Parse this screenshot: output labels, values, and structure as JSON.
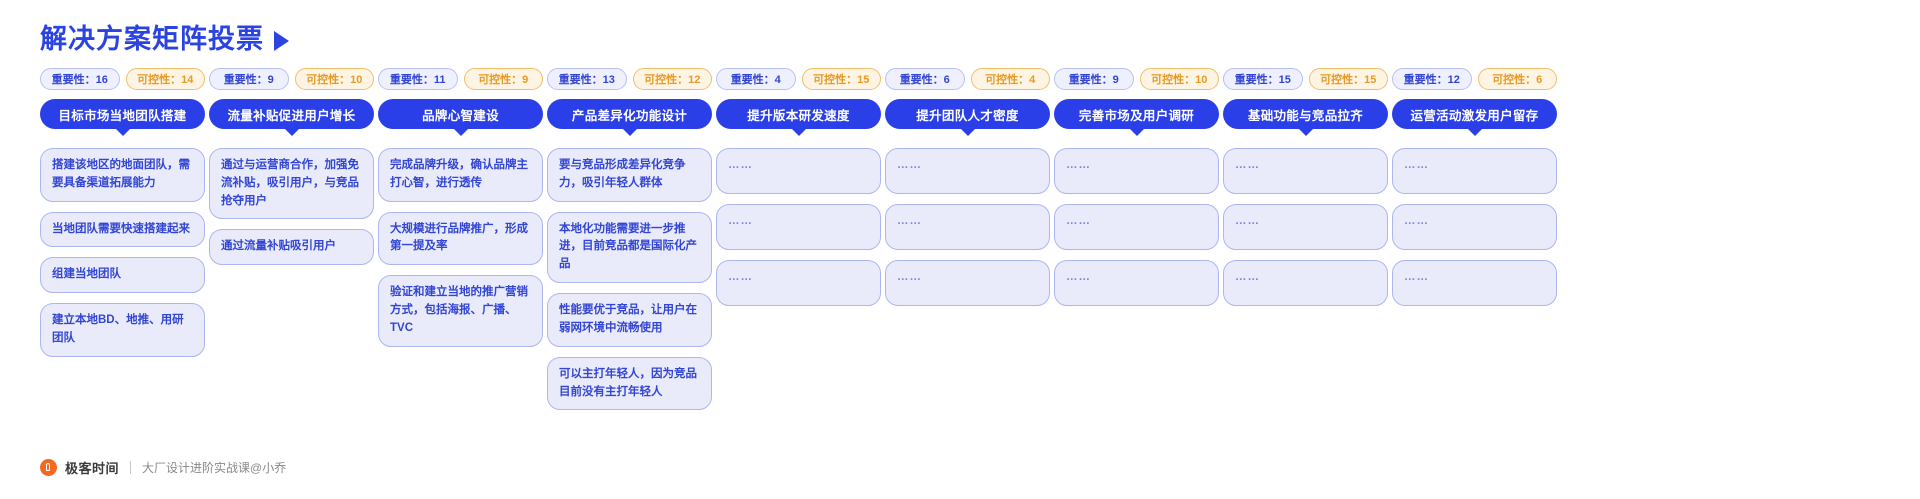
{
  "title": {
    "text": "解决方案矩阵投票",
    "arrow_icon": "play-triangle-icon"
  },
  "labels": {
    "importance_prefix": "重要性：",
    "controllability_prefix": "可控性："
  },
  "colors": {
    "accent_blue": "#2b3fe8",
    "tag_blue_text": "#3346d3",
    "tag_blue_bg": "#eef0fd",
    "tag_orange_text": "#e89a24",
    "tag_orange_bg": "#fdf4e4",
    "card_bg": "#e9ebfb",
    "logo_orange": "#f26a22"
  },
  "columns": [
    {
      "importance": "重要性：16",
      "controllability": "可控性：14",
      "header": "目标市场当地团队搭建",
      "cards": [
        "搭建该地区的地面团队，需要具备渠道拓展能力",
        "当地团队需要快速搭建起来",
        "组建当地团队",
        "建立本地BD、地推、用研团队"
      ]
    },
    {
      "importance": "重要性：9",
      "controllability": "可控性：10",
      "header": "流量补贴促进用户增长",
      "cards": [
        "通过与运营商合作，加强免流补贴，吸引用户，与竞品抢夺用户",
        "通过流量补贴吸引用户"
      ]
    },
    {
      "importance": "重要性：11",
      "controllability": "可控性：9",
      "header": "品牌心智建设",
      "cards": [
        "完成品牌升级，确认品牌主打心智，进行透传",
        "大规模进行品牌推广，形成第一提及率",
        "验证和建立当地的推广营销方式，包括海报、广播、TVC"
      ]
    },
    {
      "importance": "重要性：13",
      "controllability": "可控性：12",
      "header": "产品差异化功能设计",
      "cards": [
        "要与竞品形成差异化竞争力，吸引年轻人群体",
        "本地化功能需要进一步推进，目前竞品都是国际化产品",
        "性能要优于竞品，让用户在弱网环境中流畅使用",
        "可以主打年轻人，因为竞品目前没有主打年轻人"
      ]
    },
    {
      "importance": "重要性：4",
      "controllability": "可控性：15",
      "header": "提升版本研发速度",
      "cards": [
        "……",
        "……",
        "……"
      ]
    },
    {
      "importance": "重要性：6",
      "controllability": "可控性：4",
      "header": "提升团队人才密度",
      "cards": [
        "……",
        "……",
        "……"
      ]
    },
    {
      "importance": "重要性：9",
      "controllability": "可控性：10",
      "header": "完善市场及用户调研",
      "cards": [
        "……",
        "……",
        "……"
      ]
    },
    {
      "importance": "重要性：15",
      "controllability": "可控性：15",
      "header": "基础功能与竞品拉齐",
      "cards": [
        "……",
        "……",
        "……"
      ]
    },
    {
      "importance": "重要性：12",
      "controllability": "可控性：6",
      "header": "运营活动激发用户留存",
      "cards": [
        "……",
        "……",
        "……"
      ]
    }
  ],
  "footer": {
    "logo_text": "极客时间",
    "note": "大厂设计进阶实战课@小乔"
  }
}
